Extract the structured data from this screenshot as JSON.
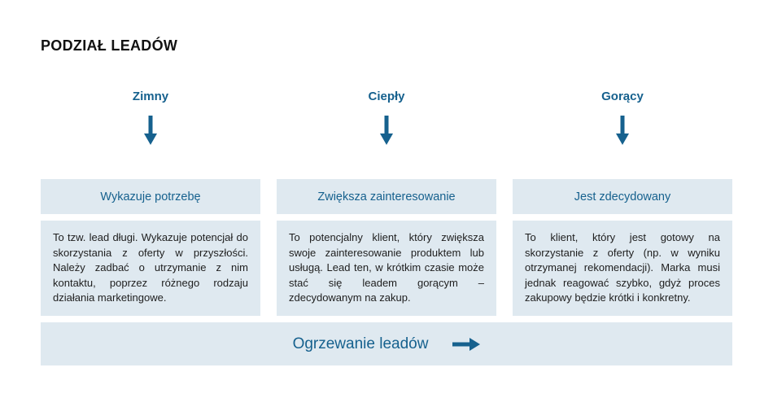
{
  "title": "PODZIAŁ LEADÓW",
  "colors": {
    "accent": "#16618E",
    "box_background": "#DFE9F0",
    "title_text": "#121212",
    "body_text": "#1E1E1E"
  },
  "columns": [
    {
      "label": "Zimny",
      "arrow_icon": "down-arrow",
      "header": "Wykazuje potrzebę",
      "body": "To tzw. lead długi. Wykazuje potencjał do skorzystania z oferty w przyszłości. Należy zadbać o utrzymanie z nim kontaktu, poprzez różnego rodzaju działania marketingowe."
    },
    {
      "label": "Ciepły",
      "arrow_icon": "down-arrow",
      "header": "Zwiększa zainteresowanie",
      "body": "To potencjalny klient, który zwiększa swoje zainteresowanie produktem lub usługą. Lead ten, w krótkim czasie może stać się leadem gorącym – zdecydowanym na zakup."
    },
    {
      "label": "Gorący",
      "arrow_icon": "down-arrow",
      "header": "Jest zdecydowany",
      "body": "To klient, który jest gotowy na skorzystanie z oferty (np. w wyniku otrzymanej rekomendacji). Marka musi jednak reagować szybko, gdyż proces zakupowy będzie krótki i konkretny."
    }
  ],
  "footer": {
    "label": "Ogrzewanie leadów",
    "arrow_icon": "right-arrow"
  }
}
